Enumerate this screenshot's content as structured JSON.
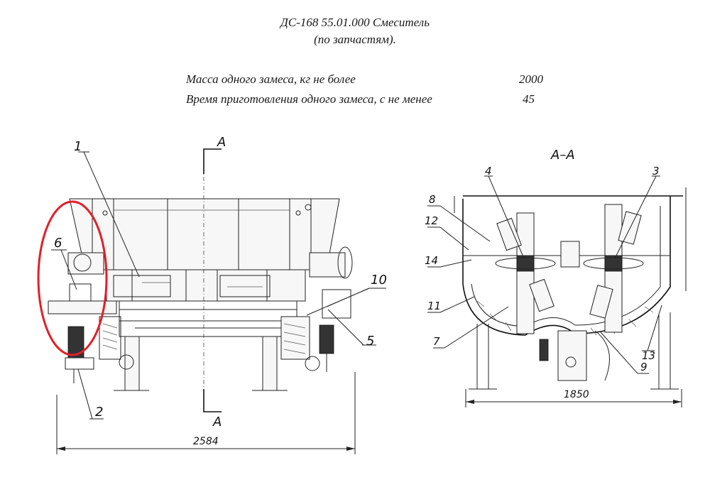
{
  "title": {
    "line1": "ДС-168 55.01.000 Смеситель",
    "line2": "(по запчастям)."
  },
  "specs": [
    {
      "label": "Масса одного замеса, кг не более",
      "value": "2000"
    },
    {
      "label": "Время приготовления одного замеса, с не менее",
      "value": "45"
    }
  ],
  "front_view": {
    "section_marker_top": "A",
    "section_marker_bottom": "A",
    "dimension_width": "2584",
    "callouts": [
      "1",
      "6",
      "10",
      "5",
      "2"
    ],
    "highlight_color": "#e0202a"
  },
  "section_view": {
    "title": "A–A",
    "dimension_width": "1850",
    "callouts": [
      "4",
      "3",
      "8",
      "12",
      "14",
      "11",
      "7",
      "9",
      "13"
    ]
  }
}
